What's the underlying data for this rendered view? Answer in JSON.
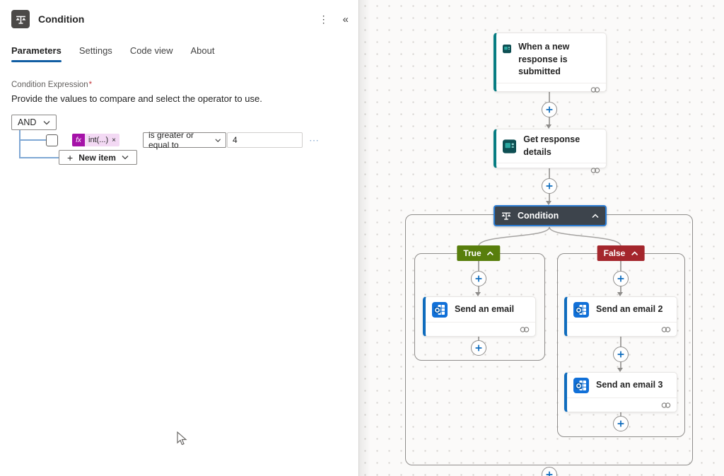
{
  "icons": {
    "kebab": "⋮",
    "collapse": "«",
    "more": "⋯",
    "required": "*"
  },
  "panel": {
    "title": "Condition",
    "tabs": [
      {
        "label": "Parameters",
        "active": true
      },
      {
        "label": "Settings",
        "active": false
      },
      {
        "label": "Code view",
        "active": false
      },
      {
        "label": "About",
        "active": false
      }
    ],
    "field_label": "Condition Expression",
    "field_help": "Provide the values to compare and select the operator to use.",
    "group_operator": "AND",
    "condition_row": {
      "fx": "fx",
      "operand": "int(...)",
      "remove": "×",
      "operator": "is greater or equal to",
      "value": "4"
    },
    "new_item_plus": "+",
    "new_item": "New item"
  },
  "canvas": {
    "trigger_title": "When a new response is submitted",
    "action1_title": "Get response details",
    "condition_title": "Condition",
    "true_label": "True",
    "false_label": "False",
    "true_card1_title": "Send an email",
    "false_card1_title": "Send an email 2",
    "false_card2_title": "Send an email 3"
  },
  "colors": {
    "accent_blue": "#0f6cbd",
    "tab_underline": "#115ea3",
    "forms_teal_accent": "#077d82",
    "true_green": "#587e0c",
    "false_red": "#a4262c",
    "condition_header": "#3d444c",
    "expression_pill_fx": "#a512a8",
    "expression_pill_bg": "#f3d9f4"
  }
}
